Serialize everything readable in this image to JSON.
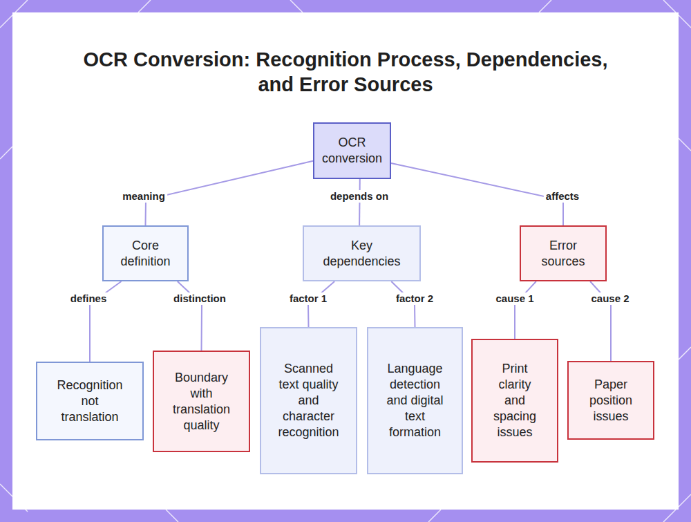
{
  "diagram": {
    "title": "OCR Conversion: Recognition Process, Dependencies, and Error Sources",
    "nodes": [
      {
        "text": [
          "OCR conversion"
        ]
      },
      {
        "text": [
          "Core definition"
        ]
      },
      {
        "text": [
          "Key dependencies"
        ]
      },
      {
        "text": [
          "Error sources"
        ]
      },
      {
        "text": [
          "Recognition not translation"
        ]
      },
      {
        "text": [
          "Boundary with translation quality"
        ]
      },
      {
        "text": [
          "Scanned text quality and character recognition"
        ]
      },
      {
        "text": [
          "Language detection and digital text formation"
        ]
      },
      {
        "text": [
          "Print clarity and spacing issues"
        ]
      },
      {
        "text": [
          "Paper position issues"
        ]
      }
    ],
    "edges": [
      {
        "from": 0,
        "to": 1,
        "label": "meaning",
        "arrow": "none"
      },
      {
        "from": 0,
        "to": 2,
        "label": "depends on",
        "arrow": "none"
      },
      {
        "from": 0,
        "to": 3,
        "label": "affects",
        "arrow": "none"
      },
      {
        "from": 1,
        "to": 4,
        "label": "defines",
        "arrow": "none"
      },
      {
        "from": 1,
        "to": 5,
        "label": "distinction",
        "arrow": "none"
      },
      {
        "from": 2,
        "to": 6,
        "label": "factor 1",
        "arrow": "none"
      },
      {
        "from": 2,
        "to": 7,
        "label": "factor 2",
        "arrow": "none"
      },
      {
        "from": 3,
        "to": 8,
        "label": "cause 1",
        "arrow": "none"
      },
      {
        "from": 3,
        "to": 9,
        "label": "cause 2",
        "arrow": "none"
      }
    ]
  }
}
